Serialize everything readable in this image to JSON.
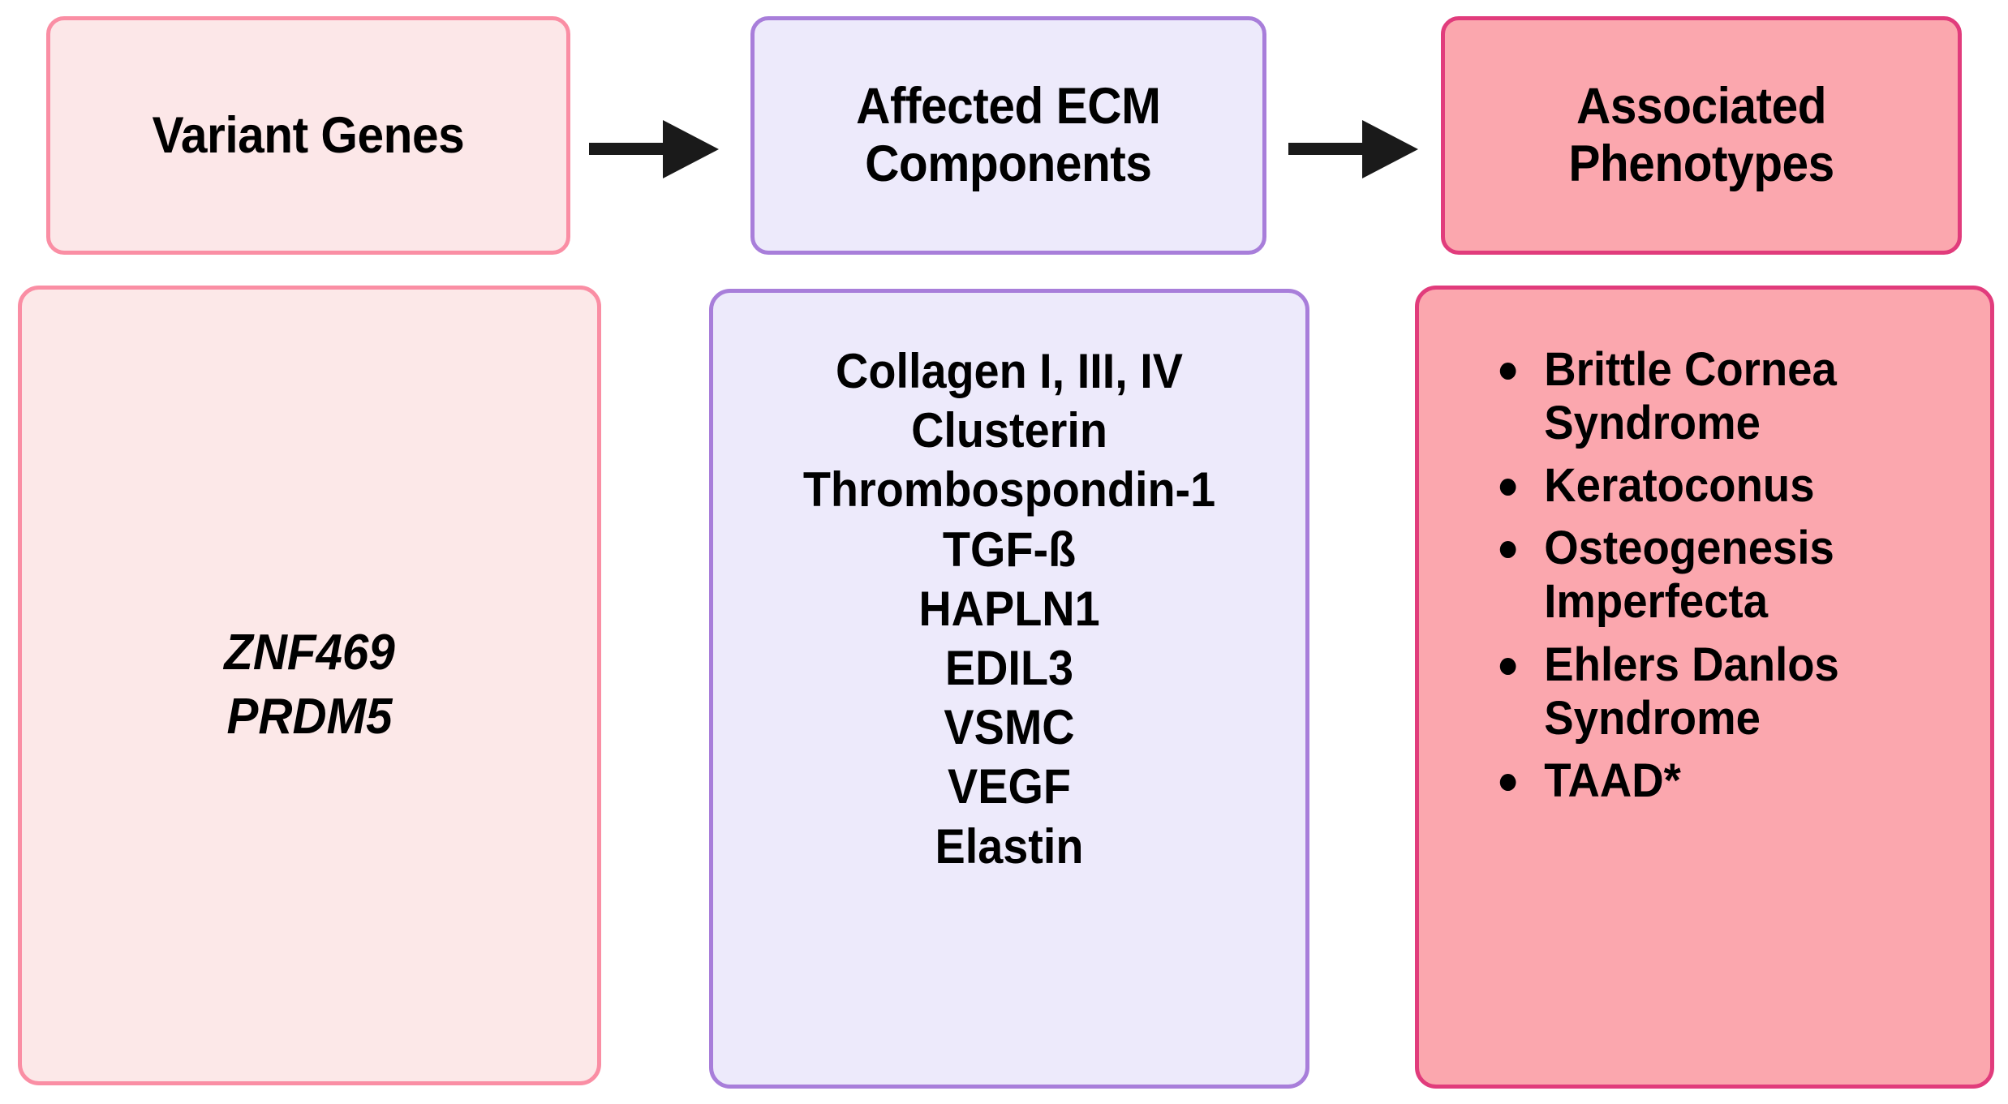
{
  "diagram": {
    "title": "ECM variant genes to phenotypes flow",
    "colors": {
      "genes_fill": "#FCE8E8",
      "genes_border": "#FA8EA4",
      "ecm_fill": "#EDEAFB",
      "ecm_border": "#A87EDA",
      "phenotype_fill": "#FBA7AE",
      "phenotype_border": "#E13C7C",
      "arrow": "#1A1A1A",
      "text": "#000000"
    }
  },
  "columns": {
    "genes": {
      "header": "Variant Genes",
      "items": [
        "ZNF469",
        "PRDM5"
      ]
    },
    "ecm": {
      "header": "Affected ECM\nComponents",
      "items": [
        "Collagen I, III, IV",
        "Clusterin",
        "Thrombospondin-1",
        "TGF-ß",
        "HAPLN1",
        "EDIL3",
        "VSMC",
        "VEGF",
        "Elastin"
      ]
    },
    "phenotypes": {
      "header": "Associated\nPhenotypes",
      "items": [
        "Brittle Cornea Syndrome",
        "Keratoconus",
        "Osteogenesis Imperfecta",
        "Ehlers Danlos Syndrome",
        "TAAD*"
      ]
    }
  },
  "arrows": [
    {
      "name": "genes-to-ecm",
      "direction": "right"
    },
    {
      "name": "ecm-to-phenotypes",
      "direction": "right"
    }
  ]
}
